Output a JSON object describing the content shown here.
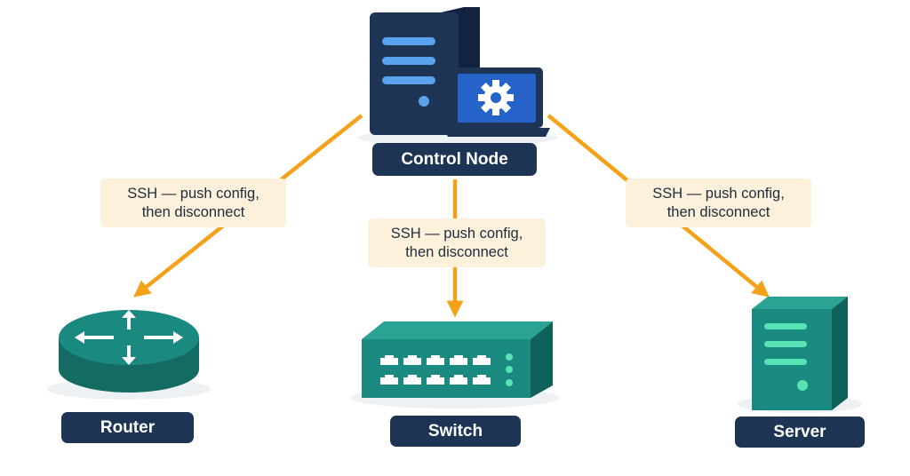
{
  "nodes": {
    "control": {
      "label": "Control Node"
    },
    "router": {
      "label": "Router"
    },
    "switch": {
      "label": "Switch"
    },
    "server": {
      "label": "Server"
    }
  },
  "edges": {
    "left": {
      "line1": "SSH — push config,",
      "line2": "then disconnect"
    },
    "center": {
      "line1": "SSH — push config,",
      "line2": "then disconnect"
    },
    "right": {
      "line1": "SSH — push config,",
      "line2": "then disconnect"
    }
  },
  "colors": {
    "navy": "#1e3455",
    "arrow": "#f5a21b",
    "teal": "#1a8a80",
    "label_bg": "#fdf1dc",
    "screen": "#2563c9"
  }
}
